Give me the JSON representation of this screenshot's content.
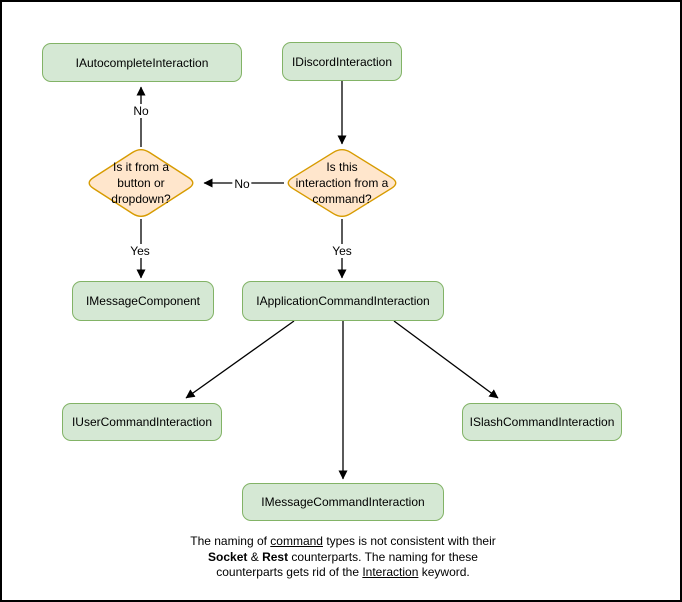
{
  "diagram": {
    "title_hint": "Discord interaction type flowchart",
    "nodes": {
      "autocomplete": {
        "label": "IAutocompleteInteraction"
      },
      "discord": {
        "label": "IDiscordInteraction"
      },
      "decision_component": {
        "label": "Is it from a\nbutton or\ndropdown?"
      },
      "decision_command": {
        "label": "Is this\ninteraction from a\ncommand?"
      },
      "message_component": {
        "label": "IMessageComponent"
      },
      "application_command": {
        "label": "IApplicationCommandInteraction"
      },
      "user_command": {
        "label": "IUserCommandInteraction"
      },
      "slash_command": {
        "label": "ISlashCommandInteraction"
      },
      "message_command": {
        "label": "IMessageCommandInteraction"
      }
    },
    "edge_labels": {
      "no_top": "No",
      "no_mid": "No",
      "yes_left": "Yes",
      "yes_right": "Yes"
    },
    "caption": {
      "l1a": "The naming of ",
      "l1b": "command",
      "l1c": " types is not consistent with their",
      "l2a": "Socket",
      "l2b": " & ",
      "l2c": "Rest",
      "l2d": " counterparts. The naming for these",
      "l3a": "counterparts gets rid of the ",
      "l3b": "Interaction",
      "l3c": " keyword."
    },
    "colors": {
      "node_fill": "#d5e8d4",
      "node_stroke": "#82b366",
      "decision_fill": "#ffe6cc",
      "decision_stroke": "#d79b00",
      "edge": "#000000",
      "background": "#ffffff",
      "frame": "#000000"
    }
  }
}
